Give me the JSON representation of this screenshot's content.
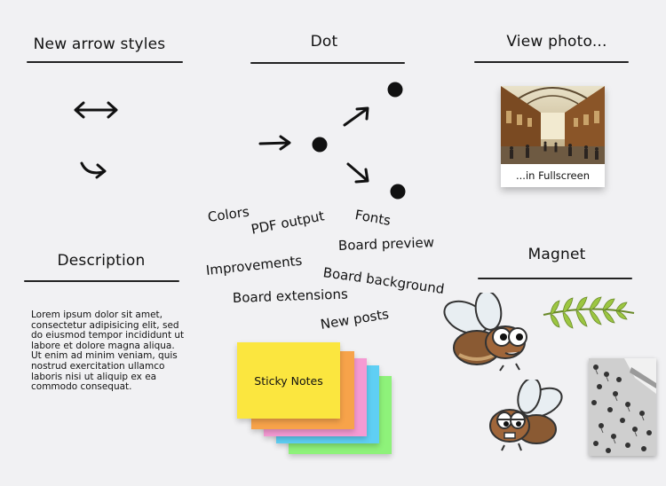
{
  "sections": {
    "arrow_styles": "New arrow styles",
    "dot": "Dot",
    "view_photo": "View photo...",
    "description": "Description",
    "magnet": "Magnet"
  },
  "photo_caption": "...in Fullscreen",
  "description_text": "Lorem ipsum dolor sit amet, consectetur adipisicing elit, sed do eiusmod tempor incididunt ut labore et dolore magna aliqua. Ut enim ad minim veniam, quis nostrud exercitation ullamco laboris nisi ut aliquip ex ea commodo consequat.",
  "features": {
    "colors": "Colors",
    "pdf_output": "PDF output",
    "fonts": "Fonts",
    "board_preview": "Board preview",
    "improvements": "Improvements",
    "board_background": "Board background",
    "board_extensions": "Board extensions",
    "new_posts": "New posts"
  },
  "sticky_notes": {
    "label": "Sticky Notes",
    "colors": [
      "#fbe63f",
      "#f7a34a",
      "#f59ad3",
      "#5fcff4",
      "#8ef27a"
    ]
  },
  "colors": {
    "background": "#f1f1f3",
    "ink": "#111111"
  }
}
